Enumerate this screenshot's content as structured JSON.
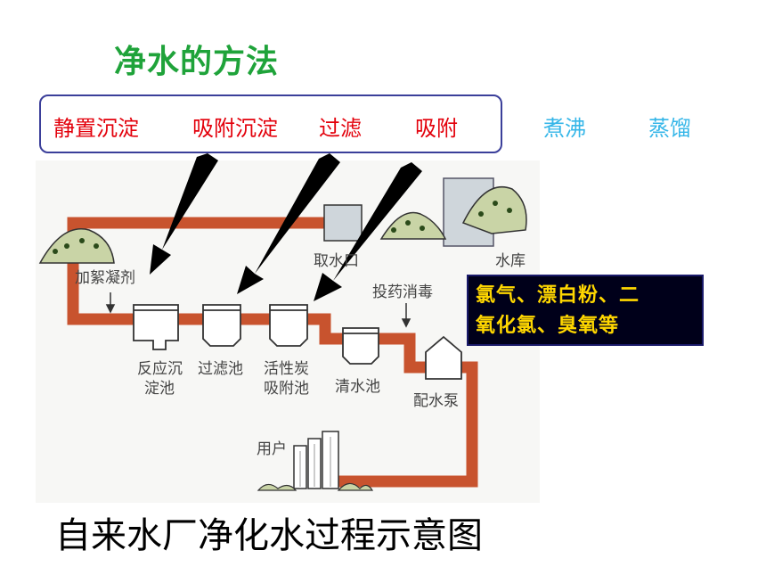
{
  "title": "净水的方法",
  "methods_boxed": [
    "静置沉淀",
    "吸附沉淀",
    "过滤",
    "吸附"
  ],
  "methods_other": [
    "煮沸",
    "蒸馏"
  ],
  "disinfectant_note": [
    "氯气、漂白粉、二",
    "氧化氯、臭氧等"
  ],
  "caption": "自来水厂净化水过程示意图",
  "diagram_labels": {
    "coagulant": "加絮凝剂",
    "intake": "取水口",
    "reservoir": "水库",
    "dosing": "投药消毒",
    "reaction_tank": [
      "反应沉",
      "淀池"
    ],
    "filter_tank": "过滤池",
    "carbon_tank": [
      "活性炭",
      "吸附池"
    ],
    "clear_tank": "清水池",
    "pump": "配水泵",
    "users": "用户"
  },
  "colors": {
    "title": "#1fa33a",
    "methods_boxed": "#e3000b",
    "methods_other": "#35b6e8",
    "pipe": "#c8532e",
    "note_text": "#ffd700",
    "note_bg": "#00001a"
  }
}
